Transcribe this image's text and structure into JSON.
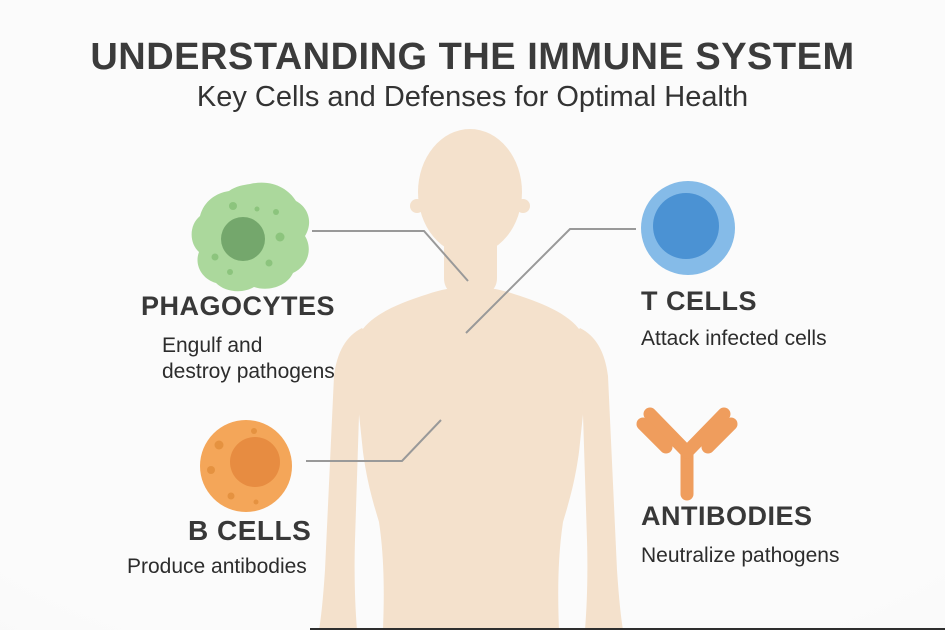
{
  "header": {
    "title": "UNDERSTANDING THE IMMUNE SYSTEM",
    "subtitle": "Key Cells and Defenses for Optimal Health"
  },
  "cells": {
    "phagocytes": {
      "label": "PHAGOCYTES",
      "desc_line1": "Engulf and",
      "desc_line2": "destroy pathogens",
      "icon": "phagocyte-cell-icon"
    },
    "t_cells": {
      "label": "T CELLS",
      "desc": "Attack infected cells",
      "icon": "t-cell-icon"
    },
    "b_cells": {
      "label": "B CELLS",
      "desc": "Produce antibodies",
      "icon": "b-cell-icon"
    },
    "antibodies": {
      "label": "ANTIBODIES",
      "desc": "Neutralize pathogens",
      "icon": "antibody-y-icon"
    }
  },
  "illustration": {
    "figure": "human-torso-silhouette",
    "body_color": "#f4e1cc",
    "connector_color": "#999999"
  },
  "colors": {
    "background": "#fafafa",
    "title_text": "#3b3b3b",
    "label_text": "#383838",
    "desc_text": "#2c2c2c",
    "phagocyte_body": "#abd89c",
    "phagocyte_nucleus": "#74a76c",
    "phagocyte_dot": "#8cc47d",
    "tcell_outer": "#85bbe8",
    "tcell_inner": "#4b92d3",
    "bcell_outer": "#f4a659",
    "bcell_inner": "#e78c41",
    "bcell_dot": "#e59240",
    "antibody": "#ef9d5d",
    "bottom_line": "#2e2e2e"
  }
}
